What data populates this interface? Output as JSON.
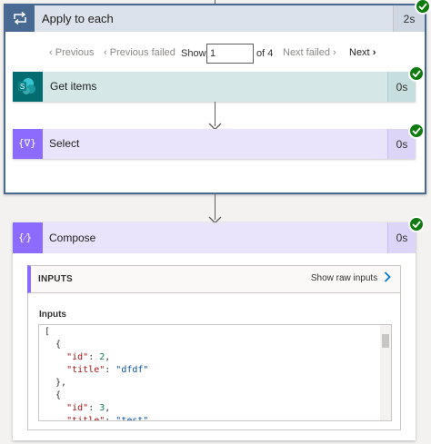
{
  "colors": {
    "loop_header": "#dbe2ec",
    "loop_icon": "#486991",
    "loop_border": "#486991",
    "sharepoint_header": "#d5e7e6",
    "sharepoint_icon": "#036c70",
    "data_op_header": "#e9e3fb",
    "data_op_icon": "#8c6cff",
    "success": "#107c10"
  },
  "apply_to_each": {
    "icon": "loop-icon",
    "title": "Apply to each",
    "duration": "2s",
    "pager": {
      "previous_label": "Previous",
      "previous_failed_label": "Previous failed",
      "show_label": "Show",
      "current_value": "1",
      "of_total": "of 4",
      "next_failed_label": "Next failed",
      "next_label": "Next"
    },
    "actions": [
      {
        "icon": "sharepoint-icon",
        "title": "Get items",
        "duration": "0s"
      },
      {
        "icon": "data-operation-icon",
        "title": "Select",
        "duration": "0s"
      }
    ]
  },
  "compose": {
    "icon": "data-operation-icon",
    "title": "Compose",
    "duration": "0s",
    "inputs_section": {
      "header": "INPUTS",
      "raw_link": "Show raw inputs",
      "label": "Inputs",
      "code_lines": [
        "[",
        "  {",
        "    \"id\": 2,",
        "    \"title\": \"dfdf\"",
        "  },",
        "  {",
        "    \"id\": 3,",
        "    \"title\": \"test\""
      ]
    }
  }
}
